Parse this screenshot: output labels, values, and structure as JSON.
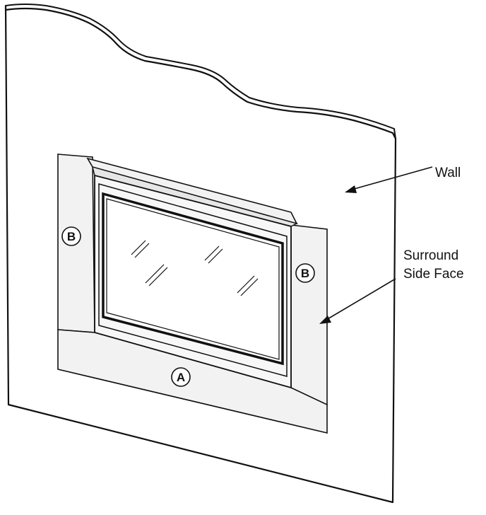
{
  "labels": {
    "wall": "Wall",
    "surround_line1": "Surround",
    "surround_line2": "Side Face",
    "part_a": "A",
    "part_b_left": "B",
    "part_b_right": "B"
  },
  "colors": {
    "stroke": "#111111",
    "surround_fill": "#f2f2f2",
    "wall_fill": "#ffffff"
  }
}
